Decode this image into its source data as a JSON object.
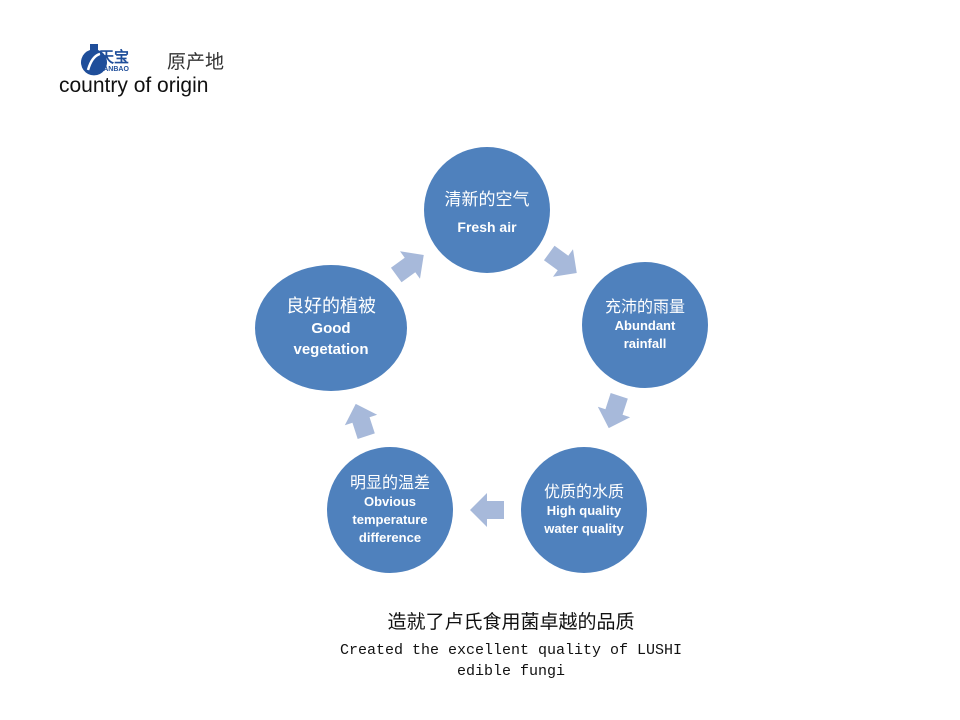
{
  "header": {
    "logo_cn": "天宝",
    "logo_en": "TIANBAO",
    "title_cn": "原产地",
    "title_en": "country of origin"
  },
  "colors": {
    "node": "#4f81bd",
    "arrow": "#a7b9da",
    "logo": "#1f4e9a"
  },
  "nodes": [
    {
      "cn": "清新的空气",
      "en": "Fresh air"
    },
    {
      "cn": "充沛的雨量",
      "en": "Abundant rainfall"
    },
    {
      "cn": "优质的水质",
      "en": "High quality water quality"
    },
    {
      "cn": "明显的温差",
      "en": "Obvious temperature difference"
    },
    {
      "cn": "良好的植被",
      "en": "Good vegetation"
    }
  ],
  "footer": {
    "cn": "造就了卢氏食用菌卓越的品质",
    "en_line1": "Created the excellent quality of LUSHI",
    "en_line2": "edible fungi"
  }
}
